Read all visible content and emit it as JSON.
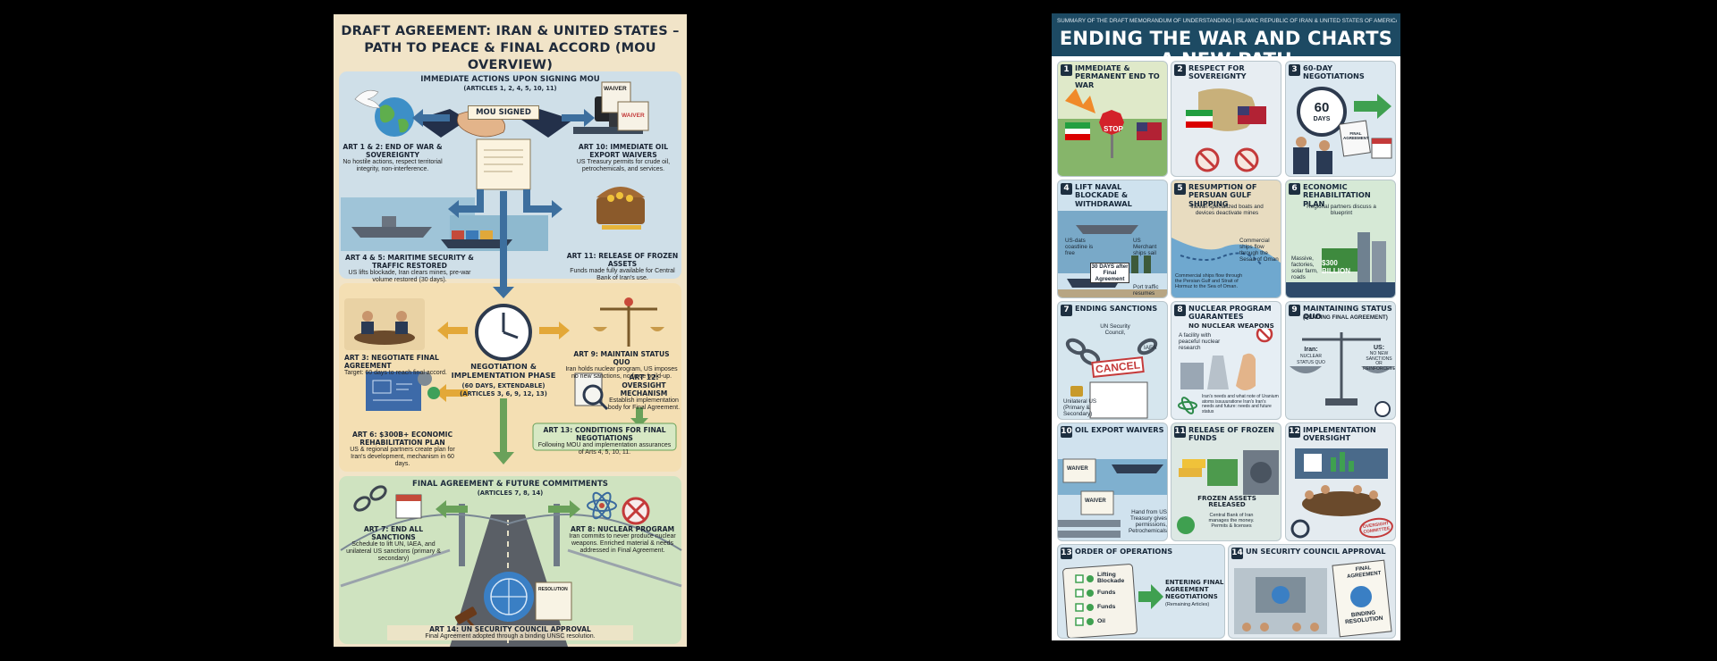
{
  "left_poster": {
    "title_line1": "DRAFT AGREEMENT: IRAN & UNITED STATES –",
    "title_line2": "PATH TO PEACE & FINAL ACCORD (MOU OVERVIEW)",
    "section1": {
      "heading": "IMMEDIATE ACTIONS UPON SIGNING MOU",
      "articles": "(ARTICLES 1, 2, 4, 5, 10, 11)",
      "mou_signed": "MOU SIGNED",
      "waiver1": "WAIVER",
      "waiver2": "WAIVER",
      "art12_title": "ART 1 & 2: END OF WAR & SOVEREIGNTY",
      "art12_desc": "No hostile actions, respect territorial integrity, non-interference.",
      "art10_title": "ART 10: IMMEDIATE OIL EXPORT WAIVERS",
      "art10_desc": "US Treasury permits for crude oil, petrochemicals, and services.",
      "art45_title": "ART 4 & 5: MARITIME SECURITY & TRAFFIC RESTORED",
      "art45_desc": "US lifts blockade, Iran clears mines, pre-war volume restored (30 days).",
      "art11_title": "ART 11: RELEASE OF FROZEN ASSETS",
      "art11_desc": "Funds made fully available for Central Bank of Iran's use."
    },
    "section2": {
      "heading": "NEGOTIATION & IMPLEMENTATION PHASE",
      "sub": "(60 DAYS, EXTENDABLE)",
      "articles": "(ARTICLES 3, 6, 9, 12, 13)",
      "art3_title": "ART 3: NEGOTIATE FINAL AGREEMENT",
      "art3_desc": "Target: 60 days to reach final accord.",
      "art9_title": "ART 9: MAINTAIN STATUS QUO",
      "art9_desc": "Iran holds nuclear program, US imposes no new sanctions, no force build-up.",
      "art6_title": "ART 6: $300B+ ECONOMIC REHABILITATION PLAN",
      "art6_desc": "US & regional partners create plan for Iran's development, mechanism in 60 days.",
      "art12_title": "ART 12: OVERSIGHT MECHANISM",
      "art12_desc": "Establish implementation body for Final Agreement.",
      "art13_title": "ART 13: CONDITIONS FOR FINAL NEGOTIATIONS",
      "art13_desc": "Following MOU and implementation assurances of Arts 4, 5, 10, 11."
    },
    "section3": {
      "heading": "FINAL AGREEMENT & FUTURE COMMITMENTS",
      "articles": "(ARTICLES 7, 8, 14)",
      "art7_title": "ART 7: END ALL SANCTIONS",
      "art7_desc": "Schedule to lift UN, IAEA, and unilateral US sanctions (primary & secondary)",
      "art8_title": "ART 8: NUCLEAR PROGRAM",
      "art8_desc": "Iran commits to never produce nuclear weapons. Enriched material & needs addressed in Final Agreement.",
      "resolution": "RESOLUTION",
      "art14_title": "ART 14: UN SECURITY COUNCIL APPROVAL",
      "art14_desc": "Final Agreement adopted through a binding UNSC resolution."
    }
  },
  "right_poster": {
    "subtitle": "SUMMARY OF THE DRAFT MEMORANDUM OF UNDERSTANDING | ISLAMIC REPUBLIC OF IRAN & UNITED STATES OF AMERICA",
    "title": "ENDING THE WAR AND CHARTS A NEW PATH",
    "cards": [
      {
        "num": "1",
        "title": "IMMEDIATE & PERMANENT END TO WAR",
        "labels": [
          "STOP"
        ]
      },
      {
        "num": "2",
        "title": "RESPECT FOR SOVEREIGNTY",
        "labels": []
      },
      {
        "num": "3",
        "title": "60-DAY NEGOTIATIONS",
        "labels": [
          "60",
          "DAYS",
          "FINAL AGREEMENT"
        ]
      },
      {
        "num": "4",
        "title": "LIFT NAVAL BLOCKADE & WITHDRAWAL",
        "labels": [
          "US-dats coastline is free",
          "US Merchant ships sail",
          "30 DAYS after Final Agreement",
          "Port traffic resumes"
        ]
      },
      {
        "num": "5",
        "title": "RESUMPTION OF PERSUAN GULF SHIPPING",
        "labels": [
          "Iranian specialized boats and devices deactivate mines",
          "Commercial ships flow through the Sesaa of Oman",
          "Commercial ships flow through the Persian Gulf and Strait of Hormuz to the Sea of Oman."
        ]
      },
      {
        "num": "6",
        "title": "ECONOMIC REHABILITATION PLAN",
        "labels": [
          "Regional partners discuss a blueprint",
          "Massive, factories, solar farm, roads",
          "$300 BILLION"
        ]
      },
      {
        "num": "7",
        "title": "ENDING SANCTIONS",
        "labels": [
          "UN Security Council,",
          "IAEA",
          "CANCEL",
          "Unilateral US (Primary & Secondary)"
        ]
      },
      {
        "num": "8",
        "title": "NUCLEAR PROGRAM GUARANTEES",
        "labels": [
          "NO NUCLEAR WEAPONS",
          "A facility with peaceful nuclear research",
          "Iran's needs and what note of Uranium atoms issuuuratione Iran's Iran's needs and future: needs and future status"
        ]
      },
      {
        "num": "9",
        "title": "MAINTAINING STATUS QUO",
        "labels": [
          "(PENDING FINAL AGREEMENT)",
          "Iran:",
          "NUCLEAR STATUS QUO",
          "US:",
          "NO NEW SANCTIONS OR REINFORCEMENTS"
        ]
      },
      {
        "num": "10",
        "title": "OIL EXPORT WAIVERS",
        "labels": [
          "WAIVER",
          "WAIVER",
          "Hand from US Treasury gives permissions, Petrochemicals"
        ]
      },
      {
        "num": "11",
        "title": "RELEASE OF FROZEN FUNDS",
        "labels": [
          "FROZEN ASSETS RELEASED",
          "Central Bank of Iran manages the money. Permits & licenses"
        ]
      },
      {
        "num": "12",
        "title": "IMPLEMENTATION OVERSIGHT",
        "labels": [
          "OVERSIGHT COMMITTEE"
        ]
      },
      {
        "num": "13",
        "title": "ORDER OF OPERATIONS",
        "labels": [
          "Lifting Blockade",
          "Funds",
          "Funds",
          "Oil",
          "ENTERING FINAL AGREEMENT NEGOTIATIONS",
          "(Remaining Articles)"
        ]
      },
      {
        "num": "14",
        "title": "UN SECURITY COUNCIL APPROVAL",
        "labels": [
          "FINAL AGREEMENT",
          "BINDING RESOLUTION"
        ]
      }
    ]
  }
}
